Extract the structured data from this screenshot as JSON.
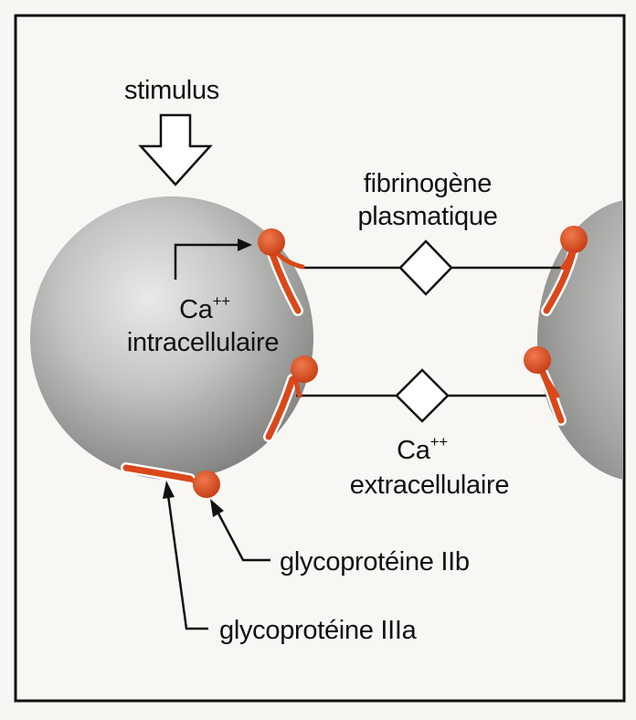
{
  "labels": {
    "stimulus": "stimulus",
    "fibrinogen_line1": "fibrinogène",
    "fibrinogen_line2": "plasmatique",
    "ca_intra_base": "Ca",
    "ca_intra_sup": "++",
    "ca_intra_word": "intracellulaire",
    "ca_extra_base": "Ca",
    "ca_extra_sup": "++",
    "ca_extra_word": "extracellulaire",
    "gp_IIb": "glycoprotéine IIb",
    "gp_IIIa": "glycoprotéine IIIa"
  },
  "colors": {
    "background": "#f7f6f3",
    "frame": "#111111",
    "platelet": "#9a9a98",
    "glycoprotein": "#d9481a",
    "stroke": "#111111"
  }
}
